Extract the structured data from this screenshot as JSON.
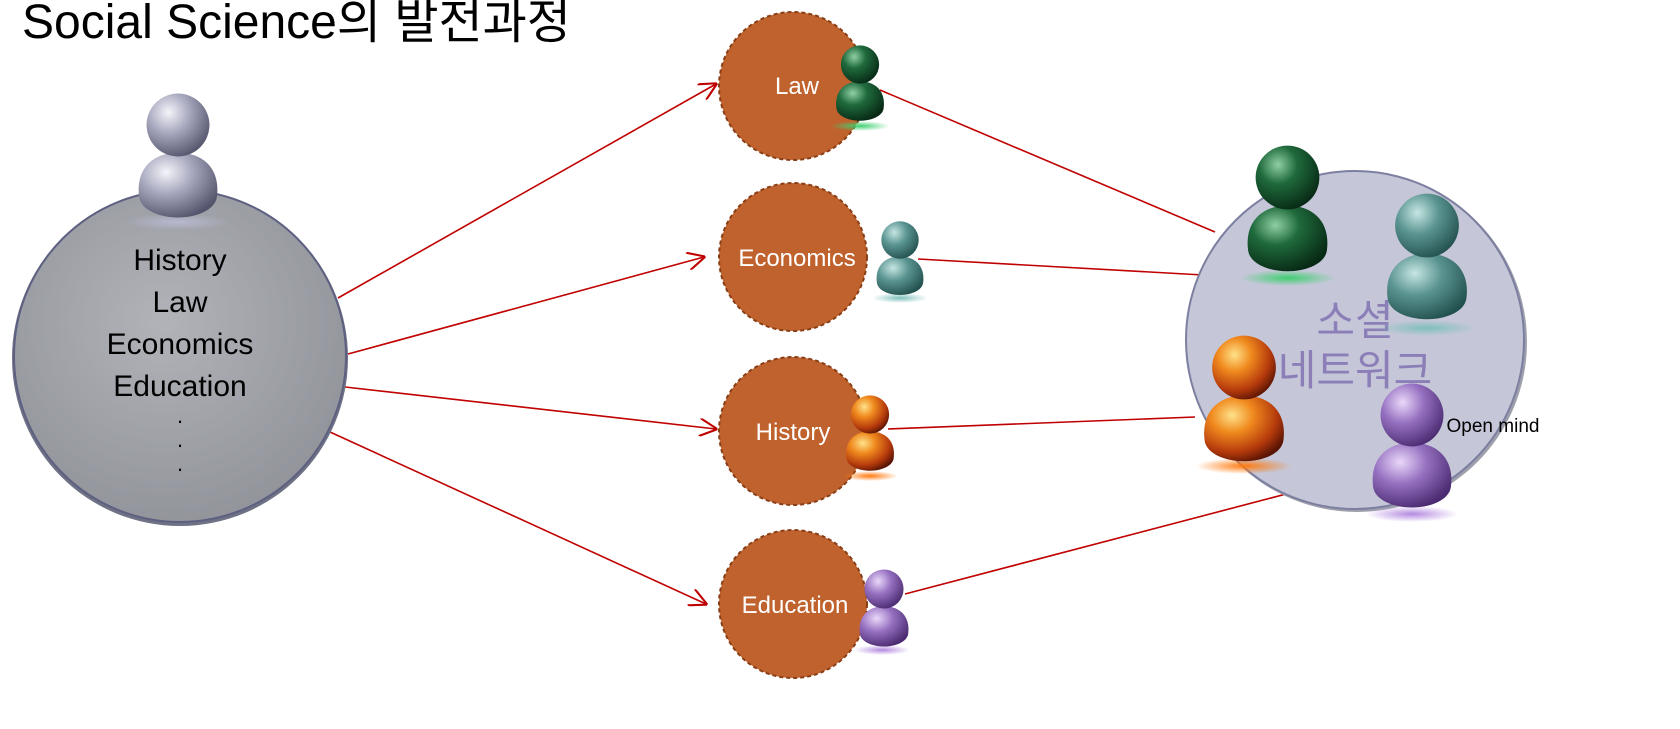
{
  "title": "Social Science의 발전과정",
  "source": {
    "items": [
      "History",
      "Law",
      "Economics",
      "Education"
    ],
    "ellipsis": [
      "·",
      "·",
      "·"
    ]
  },
  "disciplines": [
    {
      "key": "law",
      "label": "Law"
    },
    {
      "key": "economics",
      "label": "Economics"
    },
    {
      "key": "history",
      "label": "History"
    },
    {
      "key": "education",
      "label": "Education"
    }
  ],
  "network": {
    "label_line1": "소셜",
    "label_line2": "네트워크",
    "open_mind": "Open mind"
  },
  "colors": {
    "discipline_fill": "#c0622d",
    "arrow": "#c00000",
    "source_fill": "#9d9fa6",
    "network_fill": "#c5c7d8",
    "network_text": "#8c7fb8",
    "person_gray": "#8f90a8",
    "person_green": "#1d5a36",
    "person_teal": "#4e8a88",
    "person_orange": "#e06818",
    "person_purple": "#8a62b0"
  },
  "icons": [
    "person-gray-icon",
    "person-green-icon",
    "person-teal-icon",
    "person-orange-icon",
    "person-purple-icon"
  ]
}
